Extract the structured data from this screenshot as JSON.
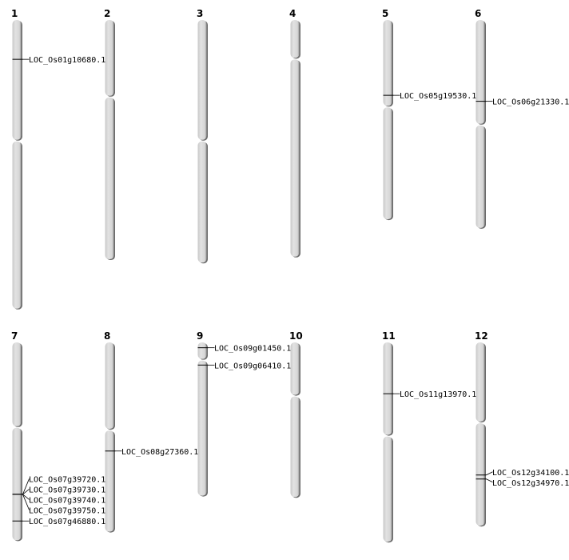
{
  "units": "Mb",
  "chromosomes": [
    {
      "name": "1",
      "length": 43.3,
      "centromere": 18.1,
      "genes": [
        {
          "id": "LOC_Os01g10680.1",
          "pos": 5.9
        }
      ]
    },
    {
      "name": "2",
      "length": 35.9,
      "centromere": 11.5,
      "genes": []
    },
    {
      "name": "3",
      "length": 36.4,
      "centromere": 18.1,
      "genes": []
    },
    {
      "name": "4",
      "length": 35.5,
      "centromere": 5.8,
      "genes": []
    },
    {
      "name": "5",
      "length": 29.9,
      "centromere": 13.0,
      "genes": [
        {
          "id": "LOC_Os05g19530.1",
          "pos": 11.3
        }
      ]
    },
    {
      "name": "6",
      "length": 31.2,
      "centromere": 15.7,
      "genes": [
        {
          "id": "LOC_Os06g21330.1",
          "pos": 12.2
        }
      ]
    },
    {
      "name": "7",
      "length": 29.7,
      "centromere": 12.7,
      "genes": [
        {
          "id": "LOC_Os07g39720.1",
          "pos": 22.8
        },
        {
          "id": "LOC_Os07g39730.1",
          "pos": 22.8
        },
        {
          "id": "LOC_Os07g39740.1",
          "pos": 22.8
        },
        {
          "id": "LOC_Os07g39750.1",
          "pos": 22.8
        },
        {
          "id": "LOC_Os07g46880.1",
          "pos": 26.8
        }
      ]
    },
    {
      "name": "8",
      "length": 28.4,
      "centromere": 13.1,
      "genes": [
        {
          "id": "LOC_Os08g27360.1",
          "pos": 16.3
        }
      ]
    },
    {
      "name": "9",
      "length": 23.0,
      "centromere": 2.6,
      "genes": [
        {
          "id": "LOC_Os09g01450.1",
          "pos": 0.8
        },
        {
          "id": "LOC_Os09g06410.1",
          "pos": 3.4
        }
      ]
    },
    {
      "name": "10",
      "length": 23.2,
      "centromere": 8.0,
      "genes": []
    },
    {
      "name": "11",
      "length": 29.9,
      "centromere": 14.0,
      "genes": [
        {
          "id": "LOC_Os11g13970.1",
          "pos": 7.7
        }
      ]
    },
    {
      "name": "12",
      "length": 27.5,
      "centromere": 12.0,
      "genes": [
        {
          "id": "LOC_Os12g34100.1",
          "pos": 19.9
        },
        {
          "id": "LOC_Os12g34970.1",
          "pos": 20.5
        }
      ]
    }
  ],
  "colors": {
    "chromosome": "#d6d6d6",
    "shadow": "#6a6a6a",
    "marker": "#000000"
  }
}
